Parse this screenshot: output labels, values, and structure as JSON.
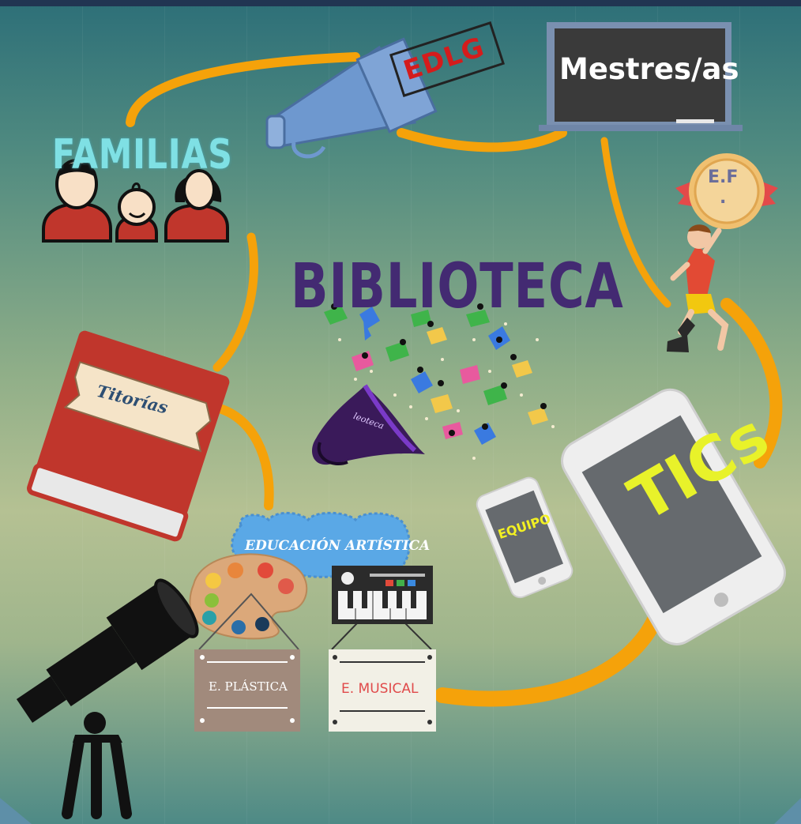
{
  "diagram": {
    "center": {
      "title": "BIBLIOTECA",
      "logo_text": "leoteca"
    },
    "nodes": {
      "familias": {
        "label": "FAMILIAS"
      },
      "edlg": {
        "label": "EDLG"
      },
      "mestres": {
        "label": "Mestres/as"
      },
      "ef": {
        "label_line1": "E.F",
        "label_line2": "."
      },
      "tics": {
        "label": "TICs",
        "device_label": "EQUIPO"
      },
      "titorias": {
        "label": "Titorías"
      },
      "educacion_artistica": {
        "label": "EDUCACIÓN ARTÍSTICA",
        "plastica": "E. PLÁSTICA",
        "musical": "E. MUSICAL"
      }
    },
    "icons": [
      "family-icon",
      "megaphone-icon",
      "chalkboard-icon",
      "medal-icon",
      "running-child-icon",
      "tablet-icon",
      "phone-icon",
      "book-icon",
      "palette-icon",
      "keyboard-icon",
      "telescope-icon",
      "flying-books-icon",
      "magic-hat-icon"
    ],
    "colors": {
      "arrow": "#f5a20a",
      "familias": "#7fe0e4",
      "biblioteca": "#432a72",
      "edlg": "#d41c1c",
      "tics": "#e8f22a",
      "chalkboard": "#3b3b3b",
      "book": "#c0362c"
    }
  }
}
